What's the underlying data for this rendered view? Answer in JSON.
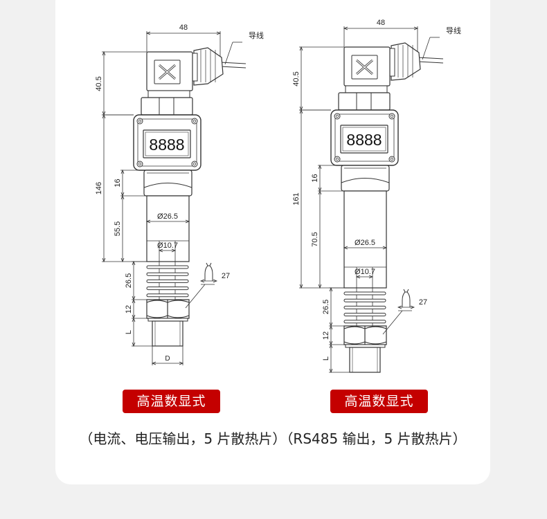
{
  "drawings": [
    {
      "label": "高温数显式",
      "display_digits": "8888",
      "dims": {
        "width": "48",
        "head": "40.5",
        "total": "146",
        "neck": "16",
        "body": "55.5",
        "body_dia": "Ø26.5",
        "inner_dia": "Ø10.7",
        "fins": "26.5",
        "hex": "12",
        "thread": "L",
        "hex_size": "27",
        "thread_dia": "D",
        "wire": "导线"
      }
    },
    {
      "label": "高温数显式",
      "display_digits": "8888",
      "dims": {
        "width": "48",
        "head": "40.5",
        "total": "161",
        "neck": "16",
        "body": "70.5",
        "body_dia": "Ø26.5",
        "inner_dia": "Ø10.7",
        "fins": "26.5",
        "hex": "12",
        "thread": "L",
        "hex_size": "27",
        "wire": "导线"
      }
    }
  ],
  "captions": [
    "（电流、电压输出，5 片散热片）",
    "（RS485 输出，5 片散热片）"
  ],
  "colors": {
    "label_bg": "#c40000",
    "line": "#333333"
  }
}
